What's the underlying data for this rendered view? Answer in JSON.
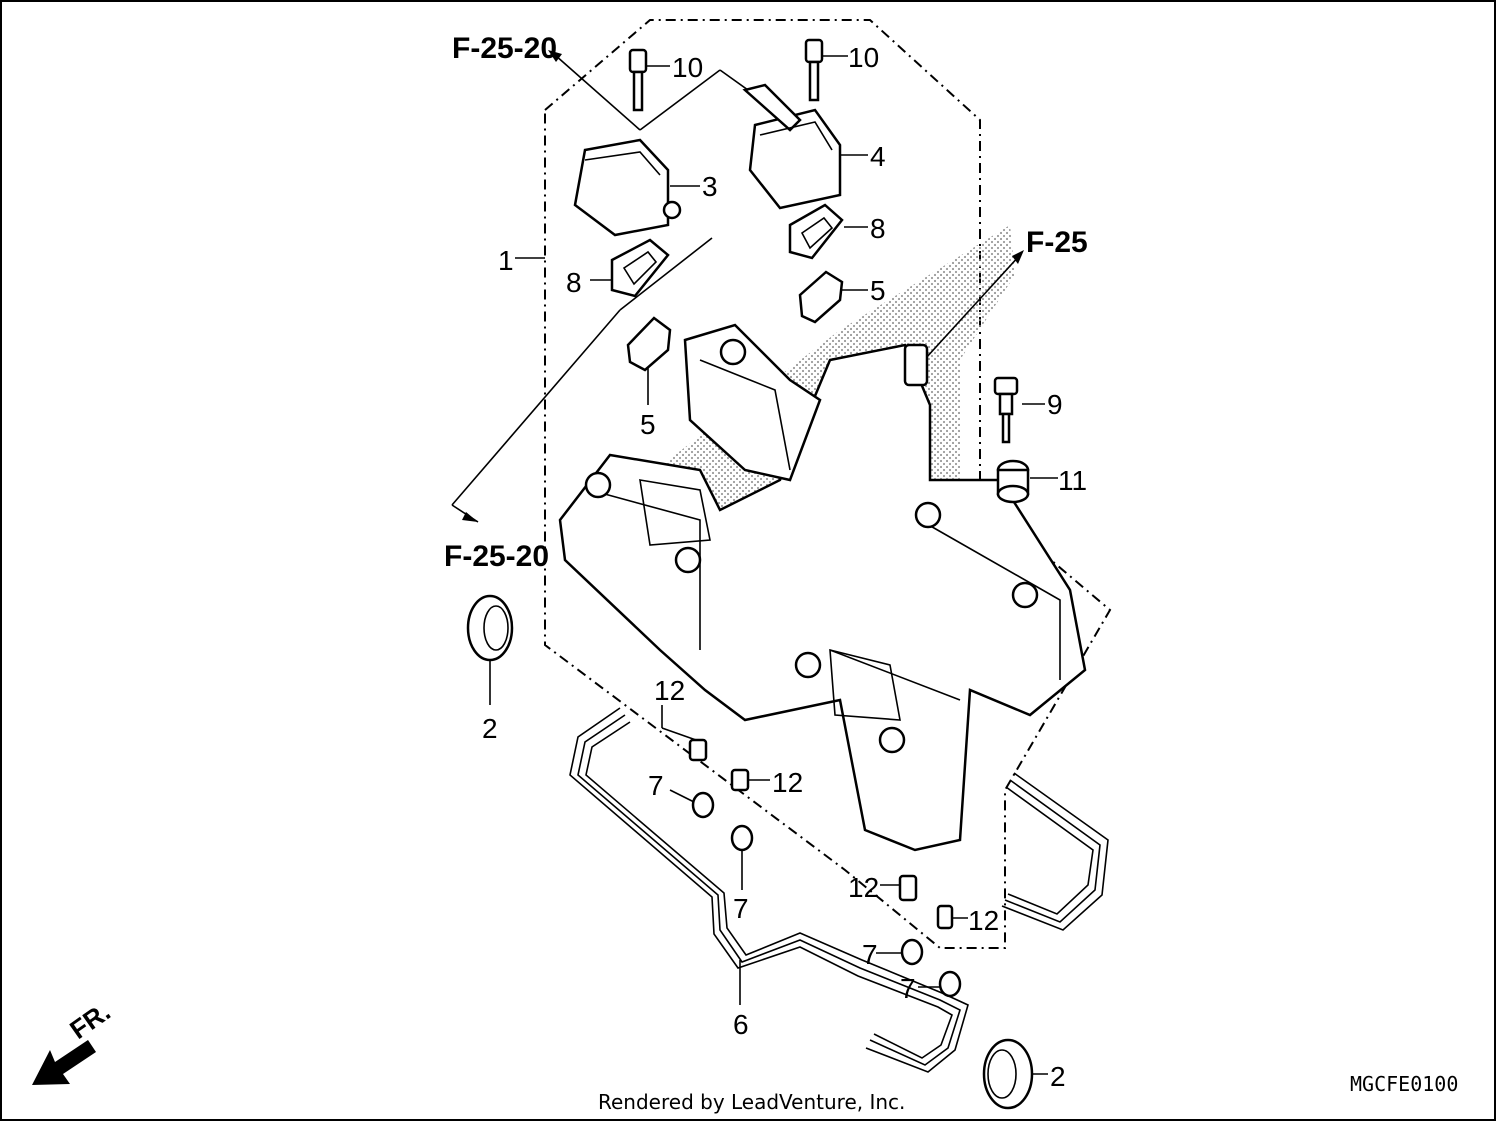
{
  "refs": {
    "f25_20_top": "F-25-20",
    "f25": "F-25",
    "f25_20_left": "F-25-20"
  },
  "callouts": {
    "c1": "1",
    "c2a": "2",
    "c2b": "2",
    "c3": "3",
    "c4": "4",
    "c5a": "5",
    "c5b": "5",
    "c6": "6",
    "c7a": "7",
    "c7b": "7",
    "c7c": "7",
    "c7d": "7",
    "c8a": "8",
    "c8b": "8",
    "c9": "9",
    "c10a": "10",
    "c10b": "10",
    "c11": "11",
    "c12a": "12",
    "c12b": "12",
    "c12c": "12",
    "c12d": "12"
  },
  "direction_label": "FR.",
  "footer": "Rendered by LeadVenture, Inc.",
  "diagram_code": "MGCFE0100",
  "colors": {
    "line": "#000000",
    "background": "#ffffff",
    "shade": "#9a9a9a"
  }
}
